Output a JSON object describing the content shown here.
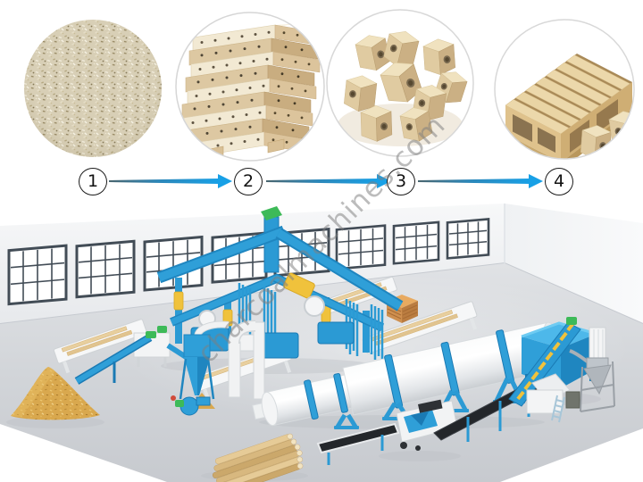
{
  "watermark": {
    "text": "charcoalmachines.com"
  },
  "steps": [
    {
      "number": "1"
    },
    {
      "number": "2"
    },
    {
      "number": "3"
    },
    {
      "number": "4"
    }
  ],
  "images": [
    "sawdust-raw-material-photo",
    "pressed-wood-beams-photo",
    "pallet-blocks-photo",
    "finished-wooden-pallet-photo"
  ],
  "palette": {
    "arrow_blue": "#18a0e6",
    "arrow_tail": "#4a666f",
    "machine_blue": "#2f9fd8",
    "machine_blue_dark": "#1f86c0",
    "accent_yellow": "#f0c23c",
    "accent_green": "#3dba58",
    "sawdust": "#d9a84e",
    "wood_light": "#ecd8ab",
    "floor_gray": "#d4d7da",
    "wall_white": "#f2f3f5",
    "window_frame": "#424c56",
    "conveyor_black": "#24272b"
  }
}
